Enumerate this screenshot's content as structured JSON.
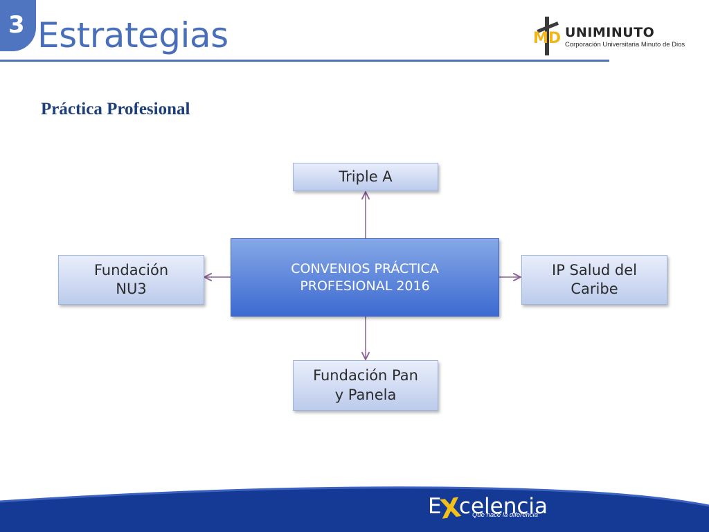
{
  "header": {
    "section_number": "3",
    "title": "Estrategias",
    "subtitle": "Práctica Profesional"
  },
  "logo": {
    "mark": "MD",
    "name": "UNIMINUTO",
    "tagline": "Corporación Universitaria Minuto de Dios"
  },
  "diagram": {
    "center": {
      "line1": "CONVENIOS PRÁCTICA",
      "line2": "PROFESIONAL 2016"
    },
    "top": {
      "line1": "Triple A"
    },
    "left": {
      "line1": "Fundación",
      "line2": "NU3"
    },
    "right": {
      "line1": "IP Salud del",
      "line2": "Caribe"
    },
    "bottom": {
      "line1": "Fundación Pan",
      "line2": "y Panela"
    },
    "connector_color": "#8a5f95"
  },
  "footer": {
    "brand_start": "E",
    "brand_x": "X",
    "brand_end": "celencia",
    "tagline": "Que hace la diferencia",
    "band_color": "#143a96",
    "accent_color": "#f3c01a"
  }
}
